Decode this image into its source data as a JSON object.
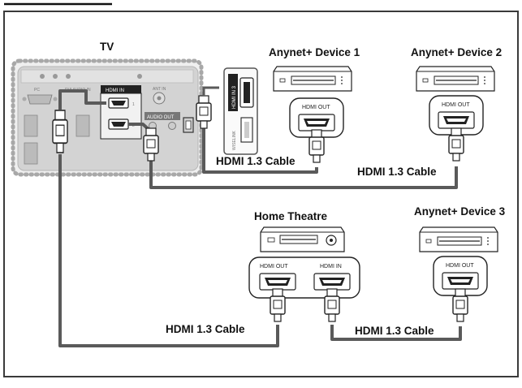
{
  "tv": {
    "label": "TV",
    "panel_labels": {
      "hdmi_in": "HDMI IN",
      "ant_in": "ANT IN",
      "audio_out": "AUDIO OUT",
      "pc": "PC",
      "dvi_audio_in": "DVI AUDIO IN",
      "wiselink": "WISELINK"
    },
    "side_port_label": "HDMI IN 3"
  },
  "devices": {
    "anynet1": {
      "label": "Anynet+ Device 1",
      "port": "HDMI OUT"
    },
    "anynet2": {
      "label": "Anynet+ Device 2",
      "port": "HDMI OUT"
    },
    "anynet3": {
      "label": "Anynet+ Device 3",
      "port": "HDMI OUT"
    },
    "home_theatre": {
      "label": "Home Theatre",
      "port_out": "HDMI OUT",
      "port_in": "HDMI IN"
    }
  },
  "cables": {
    "cable1": "HDMI 1.3 Cable",
    "cable2": "HDMI 1.3 Cable",
    "cable3": "HDMI 1.3 Cable",
    "cable4": "HDMI 1.3 Cable"
  },
  "colors": {
    "frame": "#3a3a3a",
    "cable": "#5a5a5a",
    "tv_border": "#9a9a9a",
    "tv_fill": "#cfcfcf"
  }
}
